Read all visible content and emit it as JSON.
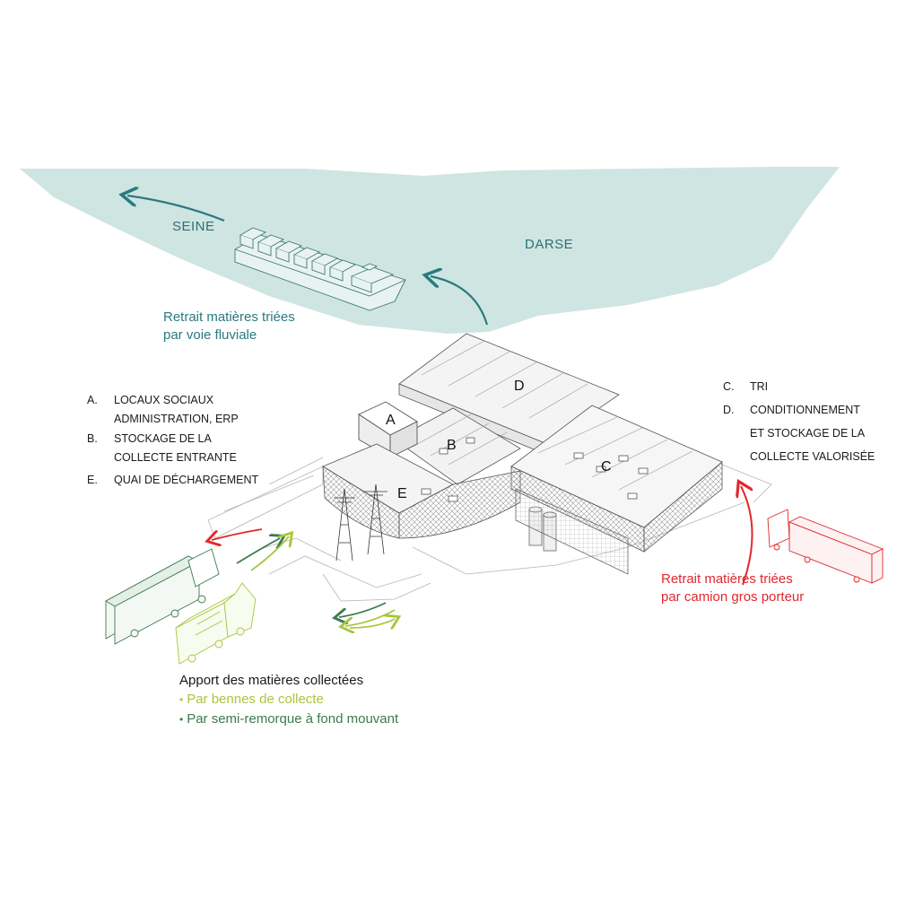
{
  "water": {
    "seine_label": "SEINE",
    "darse_label": "DARSE",
    "fluvial_note_line1": "Retrait matières triées",
    "fluvial_note_line2": "par voie fluviale"
  },
  "buildings": {
    "A": "A",
    "B": "B",
    "C": "C",
    "D": "D",
    "E": "E"
  },
  "legend_left": [
    {
      "key": "A.",
      "lines": [
        "LOCAUX SOCIAUX",
        "ADMINISTRATION, ERP"
      ]
    },
    {
      "key": "B.",
      "lines": [
        "STOCKAGE DE LA",
        "COLLECTE ENTRANTE"
      ]
    },
    {
      "key": "E.",
      "lines": [
        "QUAI DE DÉCHARGEMENT"
      ]
    }
  ],
  "legend_right": [
    {
      "key": "C.",
      "lines": [
        "TRI"
      ]
    },
    {
      "key": "D.",
      "lines": [
        "CONDITIONNEMENT",
        "ET STOCKAGE DE LA",
        "COLLECTE VALORISÉE"
      ]
    }
  ],
  "truck_note": {
    "line1": "Retrait matières triées",
    "line2": "par camion gros porteur"
  },
  "apport": {
    "title": "Apport des matières collectées",
    "line1": "Par bennes de collecte",
    "line2": "Par semi-remorque à fond mouvant",
    "bullet": "•"
  },
  "colors": {
    "water": "#cfe5e2",
    "teal": "#2a7a80",
    "red": "#e0282d",
    "light_green": "#a9c63c",
    "dark_green": "#3d7a4f"
  }
}
